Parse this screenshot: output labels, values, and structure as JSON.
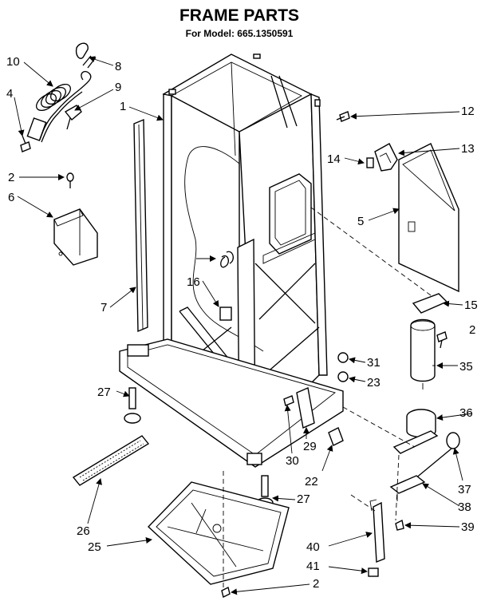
{
  "header": {
    "title": "FRAME PARTS",
    "subtitle": "For Model: 665.1350591"
  },
  "callouts": {
    "c1": "1",
    "c2a": "2",
    "c2b": "2",
    "c2c": "2",
    "c4": "4",
    "c5": "5",
    "c6": "6",
    "c7": "7",
    "c8": "8",
    "c9": "9",
    "c10": "10",
    "c12": "12",
    "c13": "13",
    "c14": "14",
    "c15": "15",
    "c16": "16",
    "c22": "22",
    "c23": "23",
    "c25": "25",
    "c26": "26",
    "c27a": "27",
    "c27b": "27",
    "c29": "29",
    "c30": "30",
    "c31": "31",
    "c35": "35",
    "c36": "36",
    "c37": "37",
    "c38": "38",
    "c39": "39",
    "c40": "40",
    "c41": "41"
  }
}
